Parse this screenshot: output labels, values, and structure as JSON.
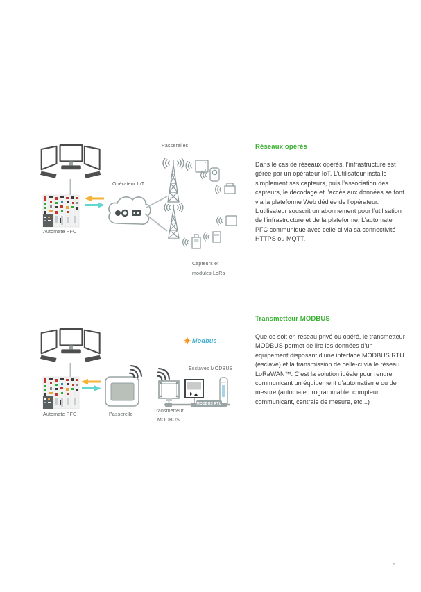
{
  "page": {
    "number": "5"
  },
  "colors": {
    "heading_green": "#3cb135",
    "body_text": "#3b3b3b",
    "arrow_orange": "#f5b335",
    "arrow_teal": "#63d6d1",
    "connector_gray": "#b3bdbd",
    "outline_gray": "#8b9899",
    "bus_badge_gray": "#9aa6a6",
    "modbus_logo_blue": "#45b0cf",
    "modbus_logo_orange": "#f7941d",
    "sensor_band_blue": "#a8d4ea"
  },
  "icons": [
    "workstation-monitors-icon",
    "plc-automate-icon",
    "iot-cloud-icon",
    "cell-tower-icon",
    "radio-waves-icon",
    "wifi-signal-icon",
    "gateway-icon",
    "modbus-transmitter-icon",
    "modbus-slave-meter-icon",
    "modbus-slave-probe-icon",
    "modbus-star-icon",
    "arrow-left-icon",
    "arrow-right-icon"
  ],
  "sections": {
    "reseaux": {
      "heading": "Réseaux opérés",
      "body": "Dans le cas de réseaux opérés, l’infrastructure est gérée par un opérateur IoT. L’utilisateur installe simplement ses capteurs, puis l’association des capteurs, le décodage et l’accès aux données se font via la plateforme Web dédiée de l’opérateur. L’utilisateur souscrit un abonnement pour l’utilisation de l’infrastructure et de la plateforme. L’automate PFC communique avec celle-ci via sa connectivité HTTPS ou MQTT."
    },
    "transmetteur": {
      "heading": "Transmetteur MODBUS",
      "body": "Que ce soit en réseau privé ou opéré, le transmetteur MODBUS permet de lire les données d’un équipement disposant d’une interface MODBUS RTU (esclave) et la transmission de celle-ci via le réseau LoRaWAN™. C’est la solution idéale pour rendre communicant un équipement d’automatisme ou de mesure (automate programmable, compteur communicant, centrale de mesure, etc...)"
    }
  },
  "diagram_reseaux": {
    "label_passerelles": "Passerelles",
    "label_operateur_iot": "Opérateur IoT",
    "label_automate_pfc": "Automate PFC",
    "label_capteurs_line1": "Capteurs et",
    "label_capteurs_line2": "modules LoRa"
  },
  "diagram_transmetteur": {
    "label_automate_pfc": "Automate PFC",
    "label_passerelle": "Passerelle",
    "label_esclaves": "Esclaves MODBUS",
    "label_transmetteur_line1": "Transmetteur",
    "label_transmetteur_line2": "MODBUS",
    "label_bus_badge": "MODBUS RTU",
    "modbus_logo_text": "Modbus"
  }
}
